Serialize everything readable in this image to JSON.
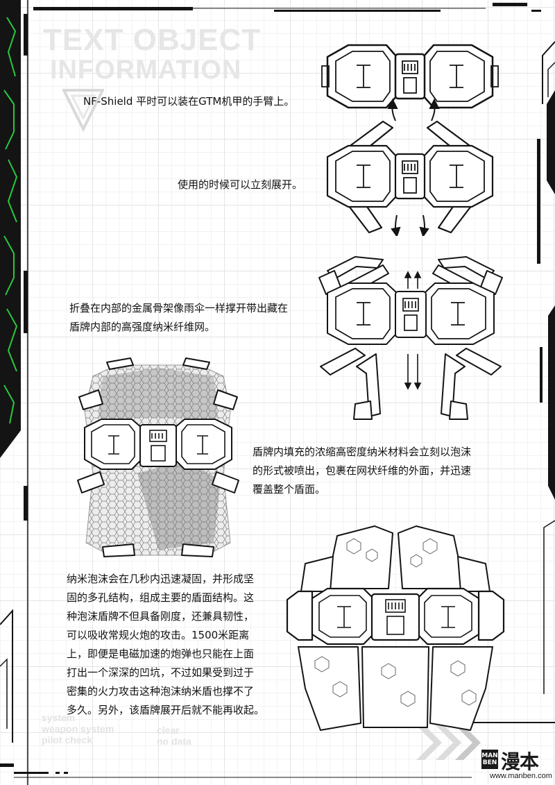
{
  "header": {
    "title_line1": "TEXT OBJECT",
    "title_line2": "INFORMATION"
  },
  "captions": {
    "c1": "NF-Shield 平时可以装在GTM机甲的手臂上。",
    "c2": "使用的时候可以立刻展开。",
    "c3": "折叠在内部的金属骨架像雨伞一样撑开带出藏在\n盾牌内部的高强度纳米纤维网。",
    "c4": "盾牌内填充的浓缩高密度纳米材料会立刻以泡沫\n的形式被喷出，包裹在网状纤维的外面，并迅速\n覆盖整个盾面。",
    "c5": "纳米泡沫会在几秒内迅速凝固，并形成坚\n固的多孔结构，组成主要的盾面结构。这\n种泡沫盾牌不但具备刚度，还兼具韧性，\n可以吸收常规火炮的攻击。1500米距离\n上，即便是电磁加速的炮弹也只能在上面\n打出一个深深的凹坑，不过如果受到过于\n密集的火力攻击这种泡沫纳米盾也撑不了\n多久。另外，该盾牌展开后就不能再收起。"
  },
  "footer": {
    "system_left": "system\nweapon system\npilot check",
    "system_right": "clear\nno data"
  },
  "logo": {
    "box_top": "MAN",
    "box_bottom": "BEN",
    "cn": "漫本",
    "url": "www.manben.com"
  },
  "colors": {
    "accent_green": "#27c93f",
    "frame_black": "#141414",
    "foam_grey": "#9a9a9a"
  }
}
